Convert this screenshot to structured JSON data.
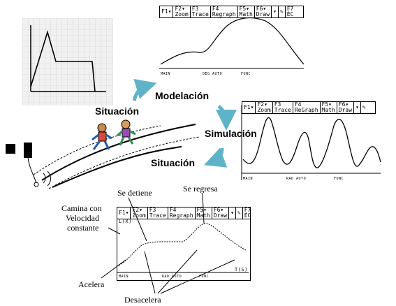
{
  "labels": {
    "modelacion": "Modelación",
    "situacion_top": "Situación",
    "simulacion": "Simulación",
    "situacion_bottom": "Situación",
    "se_detiene": "Se detiene",
    "se_regresa": "Se regresa",
    "camina": [
      "Camina con",
      "Velocidad",
      "constante"
    ],
    "acelera": "Acelera",
    "desacelera": "Desacelera"
  },
  "calc_top": {
    "buttons": [
      "F1▾",
      "F2▾\nZoom",
      "F3\nTrace",
      "F4\nRegraph",
      "F5▾\nMath",
      "F6▾\nDraw",
      "▾",
      "✎",
      "F7\nÉC"
    ],
    "status": [
      "MAIN",
      "DEG AUTO",
      "FUNC"
    ]
  },
  "calc_right": {
    "buttons": [
      "F1▾",
      "F2▾\nZoom",
      "F3\nTrace",
      "F4\nReGraph",
      "F5▾\nMath",
      "F6▾\nDraw",
      "▾",
      "✎"
    ],
    "status": [
      "MAIN",
      "RAD AUTO",
      "FUNC"
    ]
  },
  "calc_bottom": {
    "buttons": [
      "F1▾",
      "F2▾\nZoom",
      "F3\nTrace",
      "F4\nRegraph",
      "F5▾\nMath",
      "F6▾\nDraw",
      "▾",
      "✎",
      "F7\nÉC"
    ],
    "status": [
      "MAIN",
      "RAD AUTO",
      "FUNC"
    ],
    "y_label": "L(X)",
    "x_label": "T(S)"
  },
  "colors": {
    "arrow": "#5fb3c9",
    "grid": "#c8c8c8",
    "paper": "#f1f1f1"
  }
}
